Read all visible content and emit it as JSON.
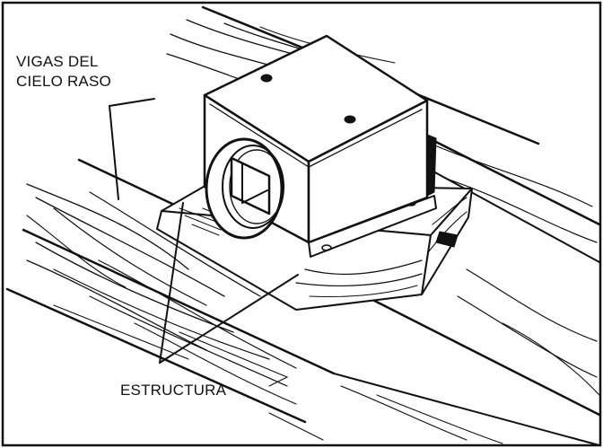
{
  "labels": {
    "joists_line1": "VIGAS DEL",
    "joists_line2": "CIELO RASO",
    "frame": "ESTRUCTURA"
  },
  "colors": {
    "ink": "#111111",
    "background": "#ffffff"
  }
}
